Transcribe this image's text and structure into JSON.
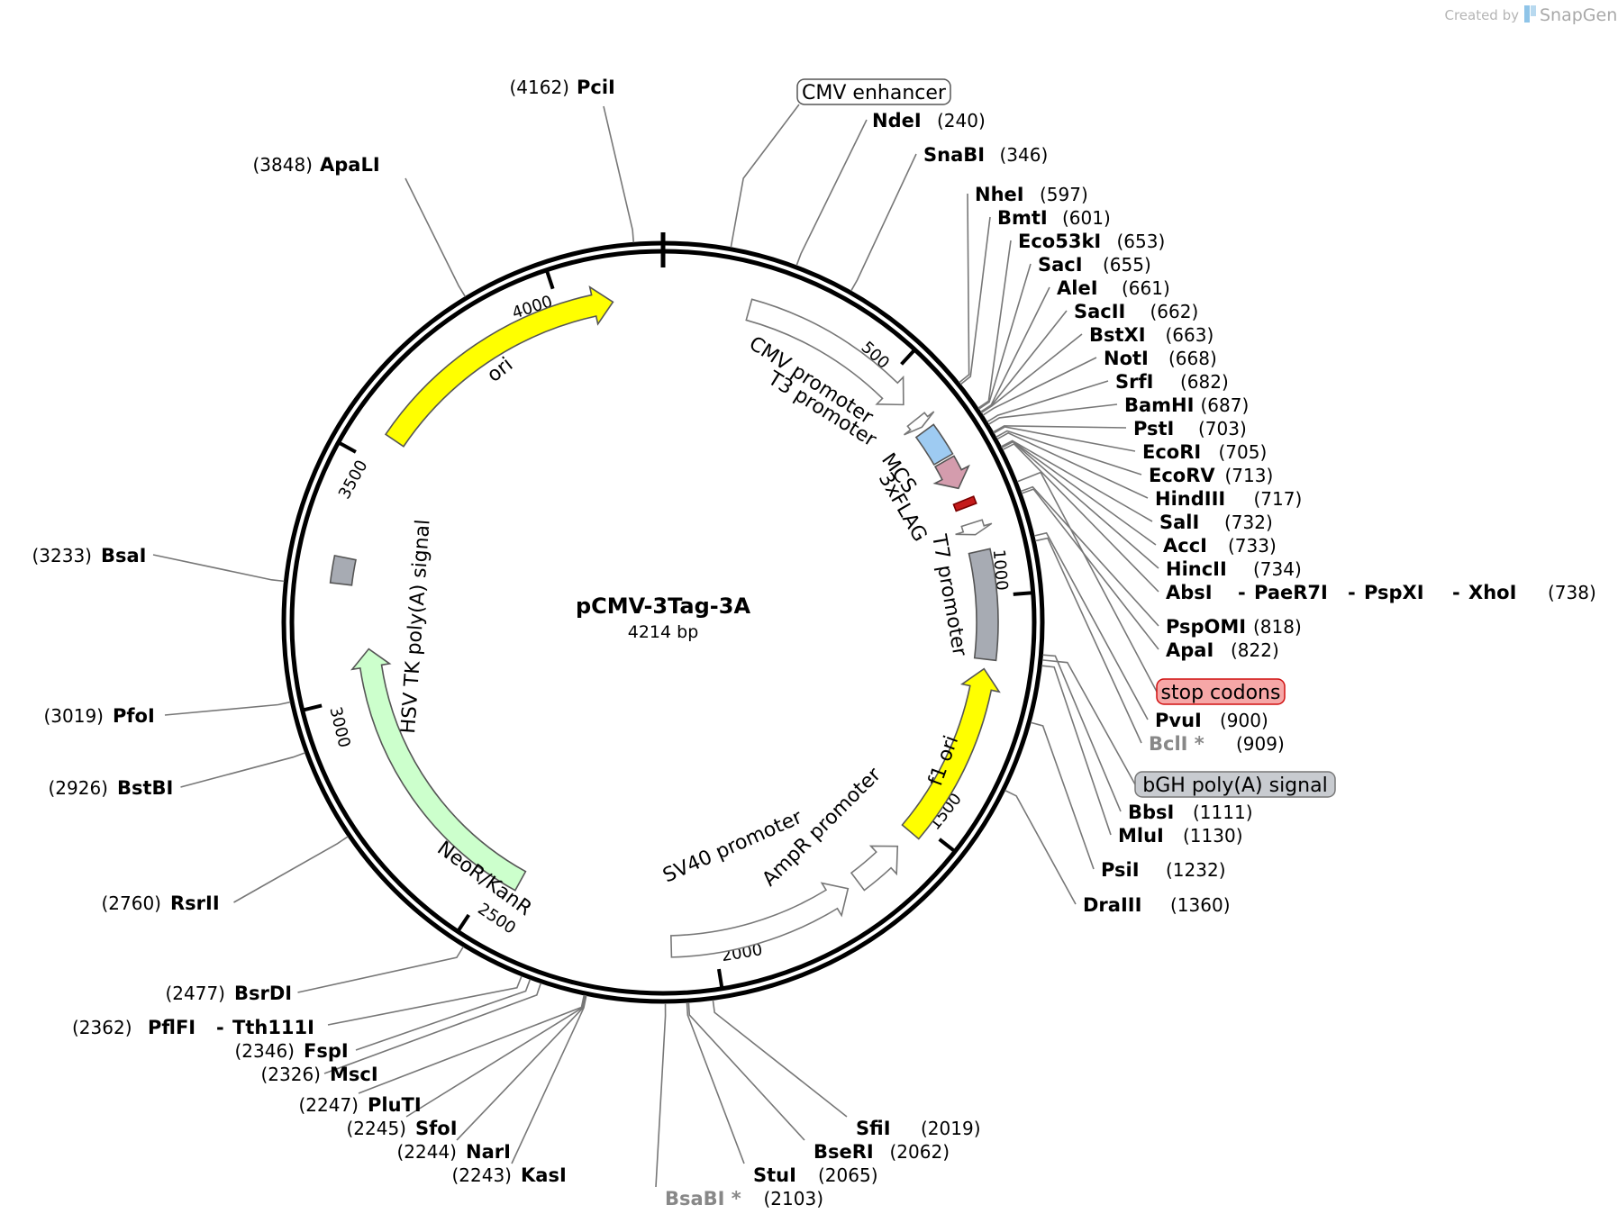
{
  "branding": {
    "created_by": "Created by",
    "app_name": "SnapGene"
  },
  "plasmid": {
    "name": "pCMV-3Tag-3A",
    "size_text": "4214 bp"
  },
  "ticks": [
    {
      "pos": 500,
      "label": "500"
    },
    {
      "pos": 1000,
      "label": "1000"
    },
    {
      "pos": 1500,
      "label": "1500"
    },
    {
      "pos": 2000,
      "label": "2000"
    },
    {
      "pos": 2500,
      "label": "2500"
    },
    {
      "pos": 3000,
      "label": "3000"
    },
    {
      "pos": 3500,
      "label": "3500"
    },
    {
      "pos": 4000,
      "label": "4000"
    }
  ],
  "features": [
    {
      "name": "CMV promoter",
      "color": "#ffffff",
      "stroke": "#777777",
      "start": 180,
      "end": 560,
      "dir": 1,
      "ring": 0
    },
    {
      "name": "T3 promoter",
      "color": "#ffffff",
      "stroke": "#777777",
      "start": 600,
      "end": 620,
      "dir": 1,
      "ring": 0
    },
    {
      "name": "MCS",
      "color": "#9ecbf2",
      "stroke": "#555555",
      "start": 630,
      "end": 700,
      "dir": 0,
      "ring": 0
    },
    {
      "name": "3xFLAG",
      "color": "#d49cad",
      "stroke": "#555555",
      "start": 705,
      "end": 768,
      "dir": 1,
      "ring": 0
    },
    {
      "name": "stop codons",
      "color": "#c41a1a",
      "stroke": "#7a0000",
      "start": 795,
      "end": 810,
      "dir": 0,
      "ring": 0
    },
    {
      "name": "T7 promoter",
      "color": "#ffffff",
      "stroke": "#777777",
      "start": 845,
      "end": 870,
      "dir": 1,
      "ring": 0
    },
    {
      "name": "bGH poly(A) signal",
      "color": "#a7abb3",
      "stroke": "#555555",
      "start": 905,
      "end": 1130,
      "dir": 0,
      "ring": 0
    },
    {
      "name": "f1 ori",
      "color": "#ffff00",
      "stroke": "#555555",
      "start": 1525,
      "end": 1150,
      "dir": -1,
      "ring": 0
    },
    {
      "name": "AmpR promoter",
      "color": "#ffffff",
      "stroke": "#777777",
      "start": 1675,
      "end": 1565,
      "dir": -1,
      "ring": 0
    },
    {
      "name": "SV40 promoter",
      "color": "#ffffff",
      "stroke": "#777777",
      "start": 2090,
      "end": 1700,
      "dir": -1,
      "ring": 0
    },
    {
      "name": "NeoR/KanR",
      "color": "#ccffcc",
      "stroke": "#555555",
      "start": 2445,
      "end": 3100,
      "dir": 1,
      "ring": 1
    },
    {
      "name": "HSV TK poly(A) signal",
      "color": "#a7abb3",
      "stroke": "#555555",
      "start": 3240,
      "end": 3295,
      "dir": 0,
      "ring": 0
    },
    {
      "name": "ori",
      "color": "#ffff00",
      "stroke": "#555555",
      "start": 3560,
      "end": 4110,
      "dir": 1,
      "ring": 0
    }
  ],
  "boxed_labels": [
    {
      "text": "CMV enhancer",
      "fill": "#ffffff",
      "stroke": "#555555"
    },
    {
      "text": "stop codons",
      "fill": "#f6a7a7",
      "stroke": "#d01010"
    },
    {
      "text": "bGH poly(A) signal",
      "fill": "#c8cbd0",
      "stroke": "#777777"
    }
  ],
  "sites": [
    {
      "name": "PciI",
      "pos_text": "(4162)",
      "loc": 4162
    },
    {
      "name": "ApaLI",
      "pos_text": "(3848)",
      "loc": 3848
    },
    {
      "name": "NdeI",
      "pos_text": "(240)",
      "loc": 240
    },
    {
      "name": "SnaBI",
      "pos_text": "(346)",
      "loc": 346
    },
    {
      "name": "NheI",
      "pos_text": "(597)",
      "loc": 597
    },
    {
      "name": "BmtI",
      "pos_text": "(601)",
      "loc": 601
    },
    {
      "name": "Eco53kI",
      "pos_text": "(653)",
      "loc": 653
    },
    {
      "name": "SacI",
      "pos_text": "(655)",
      "loc": 655
    },
    {
      "name": "AleI",
      "pos_text": "(661)",
      "loc": 661
    },
    {
      "name": "SacII",
      "pos_text": "(662)",
      "loc": 662
    },
    {
      "name": "BstXI",
      "pos_text": "(663)",
      "loc": 663
    },
    {
      "name": "NotI",
      "pos_text": "(668)",
      "loc": 668
    },
    {
      "name": "SrfI",
      "pos_text": "(682)",
      "loc": 682
    },
    {
      "name": "BamHI",
      "pos_text": "(687)",
      "loc": 687
    },
    {
      "name": "PstI",
      "pos_text": "(703)",
      "loc": 703
    },
    {
      "name": "EcoRI",
      "pos_text": "(705)",
      "loc": 705
    },
    {
      "name": "EcoRV",
      "pos_text": "(713)",
      "loc": 713
    },
    {
      "name": "HindIII",
      "pos_text": "(717)",
      "loc": 717
    },
    {
      "name": "SalI",
      "pos_text": "(732)",
      "loc": 732
    },
    {
      "name": "AccI",
      "pos_text": "(733)",
      "loc": 733
    },
    {
      "name": "HincII",
      "pos_text": "(734)",
      "loc": 734
    },
    {
      "name": "AbsI",
      "pos_text": "(738)",
      "loc": 738,
      "group": [
        "AbsI",
        "PaeR7I",
        "PspXI",
        "XhoI"
      ]
    },
    {
      "name": "PspOMI",
      "pos_text": "(818)",
      "loc": 818
    },
    {
      "name": "ApaI",
      "pos_text": "(822)",
      "loc": 822
    },
    {
      "name": "PvuI",
      "pos_text": "(900)",
      "loc": 900
    },
    {
      "name": "BclI *",
      "pos_text": "(909)",
      "loc": 909,
      "dim": true
    },
    {
      "name": "BbsI",
      "pos_text": "(1111)",
      "loc": 1111
    },
    {
      "name": "MluI",
      "pos_text": "(1130)",
      "loc": 1130
    },
    {
      "name": "PsiI",
      "pos_text": "(1232)",
      "loc": 1232
    },
    {
      "name": "DraIII",
      "pos_text": "(1360)",
      "loc": 1360
    },
    {
      "name": "SfiI",
      "pos_text": "(2019)",
      "loc": 2019
    },
    {
      "name": "BseRI",
      "pos_text": "(2062)",
      "loc": 2062
    },
    {
      "name": "StuI",
      "pos_text": "(2065)",
      "loc": 2065
    },
    {
      "name": "BsaBI *",
      "pos_text": "(2103)",
      "loc": 2103,
      "dim": true
    },
    {
      "name": "KasI",
      "pos_text": "(2243)",
      "loc": 2243
    },
    {
      "name": "NarI",
      "pos_text": "(2244)",
      "loc": 2244
    },
    {
      "name": "SfoI",
      "pos_text": "(2245)",
      "loc": 2245
    },
    {
      "name": "PluTI",
      "pos_text": "(2247)",
      "loc": 2247
    },
    {
      "name": "MscI",
      "pos_text": "(2326)",
      "loc": 2326
    },
    {
      "name": "FspI",
      "pos_text": "(2346)",
      "loc": 2346
    },
    {
      "name": "PflFI",
      "pos_text": "(2362)",
      "loc": 2362,
      "group": [
        "PflFI",
        "Tth111I"
      ]
    },
    {
      "name": "BsrDI",
      "pos_text": "(2477)",
      "loc": 2477
    },
    {
      "name": "RsrII",
      "pos_text": "(2760)",
      "loc": 2760
    },
    {
      "name": "BstBI",
      "pos_text": "(2926)",
      "loc": 2926
    },
    {
      "name": "PfoI",
      "pos_text": "(3019)",
      "loc": 3019
    },
    {
      "name": "BsaI",
      "pos_text": "(3233)",
      "loc": 3233
    }
  ]
}
